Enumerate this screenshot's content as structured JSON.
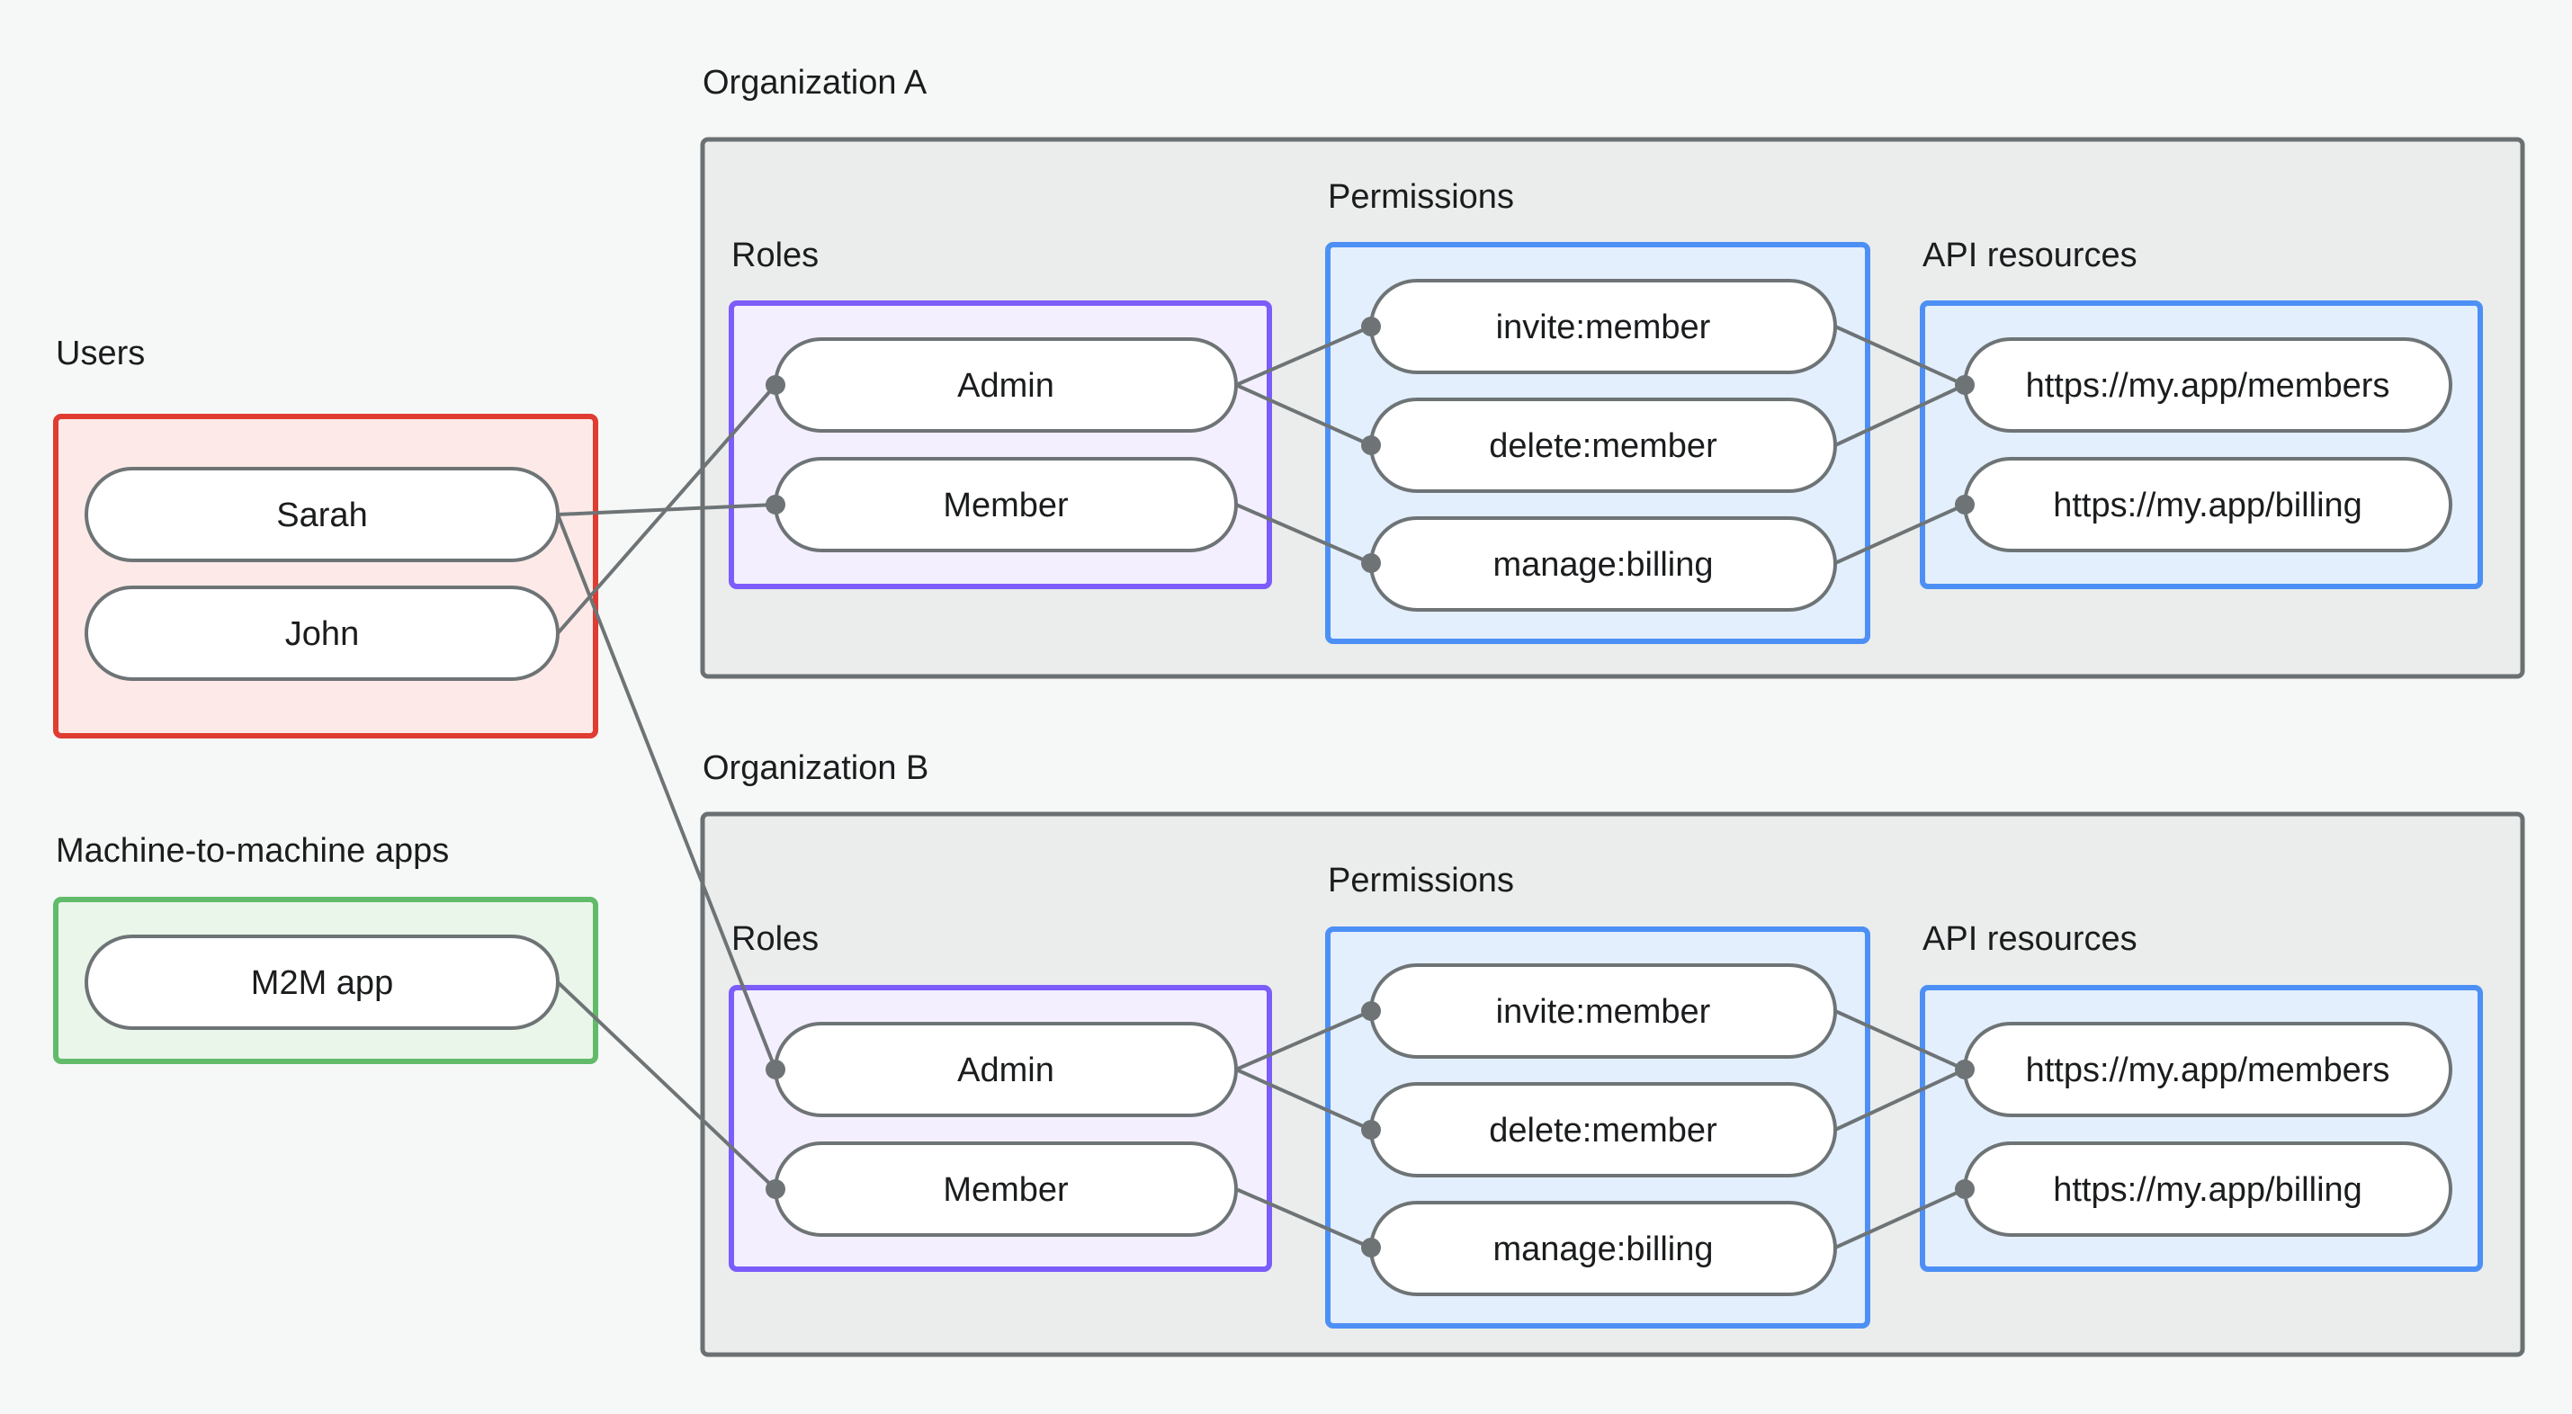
{
  "page": {
    "background_color": "#f6f8f7",
    "title_text_color": "#1a1c1e"
  },
  "groups": {
    "users": {
      "label": "Users",
      "border_color": "#e03c31",
      "fill_color": "#fdeae8",
      "nodes": [
        {
          "label": "Sarah"
        },
        {
          "label": "John"
        }
      ]
    },
    "m2m": {
      "label": "Machine-to-machine apps",
      "border_color": "#62bb6a",
      "fill_color": "#eaf6ea",
      "nodes": [
        {
          "label": "M2M app"
        }
      ]
    },
    "org_a": {
      "label": "Organization A",
      "border_color": "#6b7173",
      "fill_color": "#ebedec",
      "roles": {
        "label": "Roles",
        "border_color": "#7c5cfa",
        "fill_color": "#f3efff",
        "nodes": [
          {
            "label": "Admin"
          },
          {
            "label": "Member"
          }
        ]
      },
      "permissions": {
        "label": "Permissions",
        "border_color": "#4d90f5",
        "fill_color": "#e3effd",
        "nodes": [
          {
            "label": "invite:member"
          },
          {
            "label": "delete:member"
          },
          {
            "label": "manage:billing"
          }
        ]
      },
      "api_resources": {
        "label": "API resources",
        "border_color": "#4d90f5",
        "fill_color": "#e3effd",
        "nodes": [
          {
            "label": "https://my.app/members"
          },
          {
            "label": "https://my.app/billing"
          }
        ]
      }
    },
    "org_b": {
      "label": "Organization B",
      "border_color": "#6b7173",
      "fill_color": "#ebedec",
      "roles": {
        "label": "Roles",
        "border_color": "#7c5cfa",
        "fill_color": "#f3efff",
        "nodes": [
          {
            "label": "Admin"
          },
          {
            "label": "Member"
          }
        ]
      },
      "permissions": {
        "label": "Permissions",
        "border_color": "#4d90f5",
        "fill_color": "#e3effd",
        "nodes": [
          {
            "label": "invite:member"
          },
          {
            "label": "delete:member"
          },
          {
            "label": "manage:billing"
          }
        ]
      },
      "api_resources": {
        "label": "API resources",
        "border_color": "#4d90f5",
        "fill_color": "#e3effd",
        "nodes": [
          {
            "label": "https://my.app/members"
          },
          {
            "label": "https://my.app/billing"
          }
        ]
      }
    }
  },
  "connections": [
    {
      "from": "Sarah",
      "to": "Organization A / Member"
    },
    {
      "from": "Sarah",
      "to": "Organization B / Admin"
    },
    {
      "from": "John",
      "to": "Organization A / Admin"
    },
    {
      "from": "M2M app",
      "to": "Organization B / Member"
    },
    {
      "from": "Organization A / Admin",
      "to": "Organization A / invite:member"
    },
    {
      "from": "Organization A / Admin",
      "to": "Organization A / delete:member"
    },
    {
      "from": "Organization A / Member",
      "to": "Organization A / manage:billing"
    },
    {
      "from": "Organization A / invite:member",
      "to": "Organization A / https://my.app/members"
    },
    {
      "from": "Organization A / delete:member",
      "to": "Organization A / https://my.app/members"
    },
    {
      "from": "Organization A / manage:billing",
      "to": "Organization A / https://my.app/billing"
    },
    {
      "from": "Organization B / Admin",
      "to": "Organization B / invite:member"
    },
    {
      "from": "Organization B / Admin",
      "to": "Organization B / delete:member"
    },
    {
      "from": "Organization B / Member",
      "to": "Organization B / manage:billing"
    },
    {
      "from": "Organization B / invite:member",
      "to": "Organization B / https://my.app/members"
    },
    {
      "from": "Organization B / delete:member",
      "to": "Organization B / https://my.app/members"
    },
    {
      "from": "Organization B / manage:billing",
      "to": "Organization B / https://my.app/billing"
    }
  ]
}
